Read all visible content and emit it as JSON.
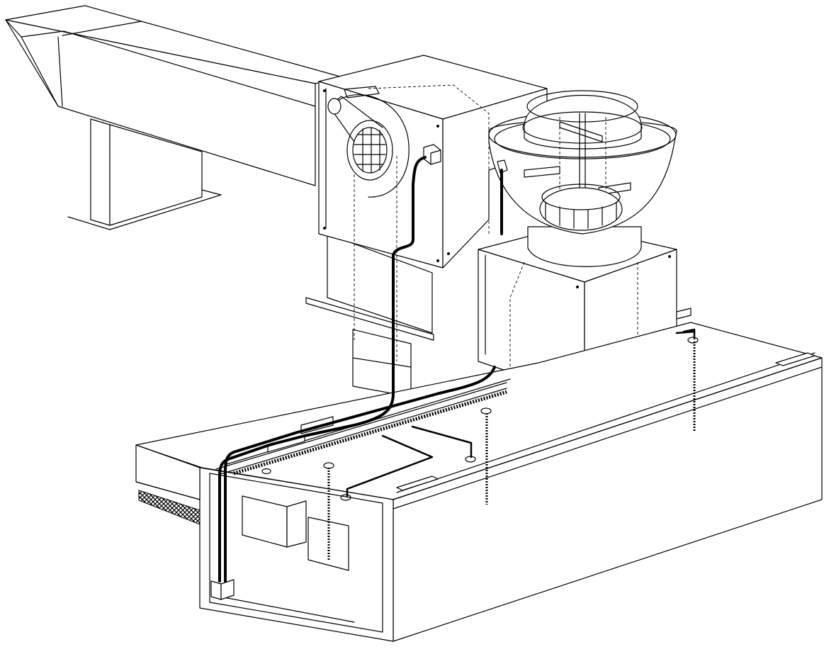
{
  "figure": {
    "kind": "isometric line drawing",
    "components": [
      "supply-duct",
      "utility-cabinet-blower",
      "upblast-exhaust-fan",
      "exhaust-fan-curb",
      "kitchen-hood",
      "wiring-conduit",
      "fire-suppression-piping",
      "control-boxes"
    ]
  },
  "colors": {
    "line": "#000000",
    "background": "#ffffff"
  }
}
